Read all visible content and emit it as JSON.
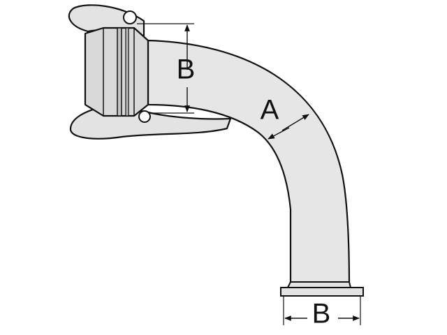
{
  "diagram": {
    "labels": {
      "a": "A",
      "b_top": "B",
      "b_bottom": "B"
    },
    "colors": {
      "stroke": "#111111",
      "pipe_fill": "#e6e6e6",
      "coupling_fill": "#d9d9d9",
      "coupling_shade": "#c4c4c4",
      "flange_fill": "#e3e3e3",
      "background": "#ffffff"
    },
    "parts": [
      "bent-pipe",
      "quick-coupling",
      "upper-lever-arm",
      "lower-lever-arm",
      "bottom-flange"
    ]
  }
}
